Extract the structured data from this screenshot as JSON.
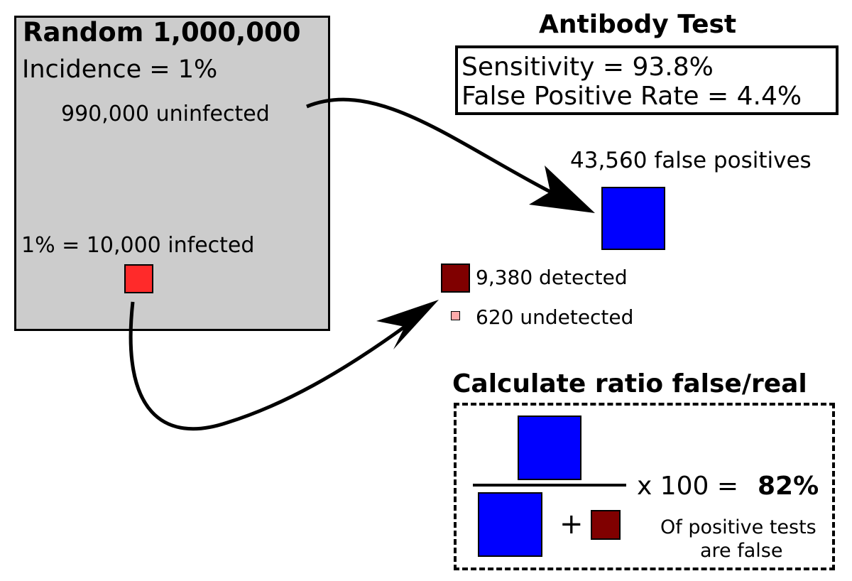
{
  "population": {
    "title": "Random 1,000,000",
    "incidence": "Incidence = 1%",
    "uninfected": "990,000 uninfected",
    "infected": "1% = 10,000 infected"
  },
  "antibody_test": {
    "title": "Antibody Test",
    "sensitivity": "Sensitivity = 93.8%",
    "false_positive_rate": "False Positive Rate = 4.4%"
  },
  "results": {
    "false_positives": "43,560 false positives",
    "detected": "9,380 detected",
    "undetected": "620 undetected"
  },
  "calculation": {
    "title": "Calculate ratio false/real",
    "plus": "+",
    "times": "x 100 = ",
    "result": "82%",
    "caption_line1": "Of positive tests",
    "caption_line2": "are false"
  },
  "colors": {
    "population_fill": "#cccccc",
    "infected": "#ff2a2a",
    "false_positive": "#0000ff",
    "detected": "#800000",
    "undetected": "#ffaaaa"
  }
}
